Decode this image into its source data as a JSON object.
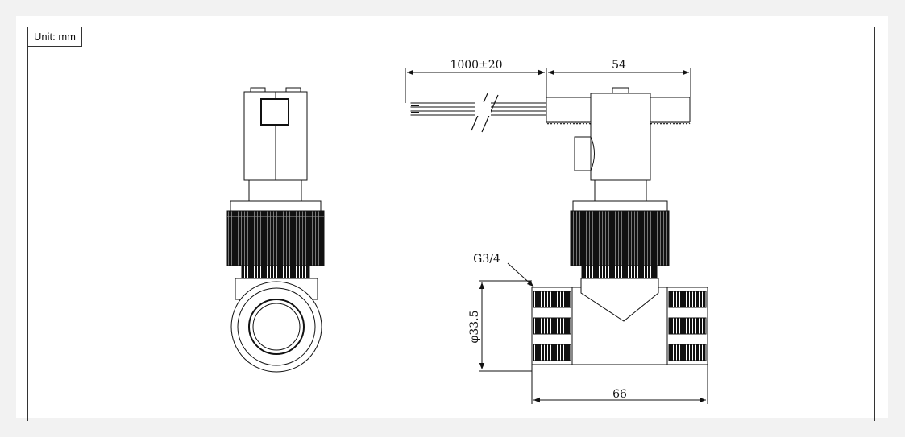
{
  "unit_label": "Unit: mm",
  "dimensions": {
    "cable_length": "1000±20",
    "body_length": "54",
    "thread": "G3/4",
    "diameter": "φ33.5",
    "overall_length": "66"
  },
  "colors": {
    "line": "#111111",
    "frame": "#333333",
    "background": "#ffffff"
  }
}
